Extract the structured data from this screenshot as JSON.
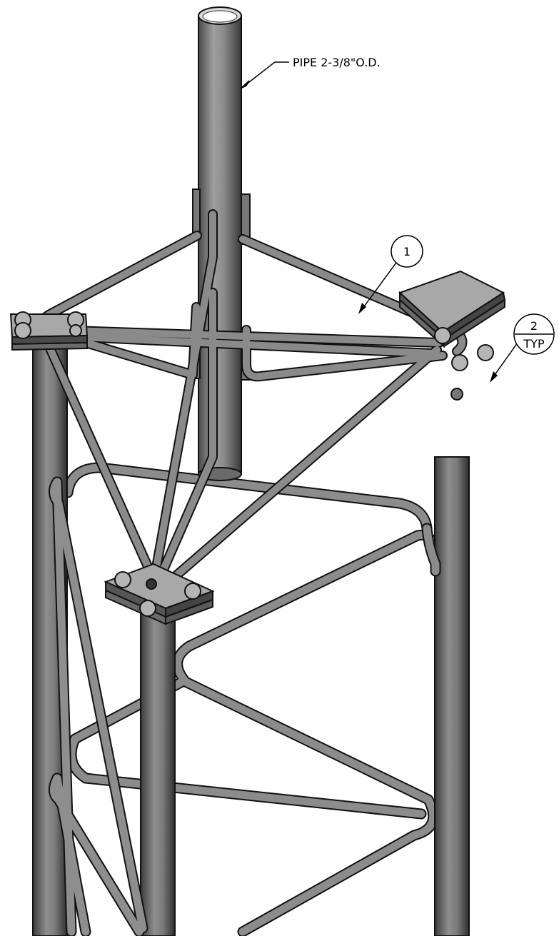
{
  "callouts": {
    "pipe_label": "PIPE 2-3/8\"O.D.",
    "balloon_1": "1",
    "balloon_2_top": "2",
    "balloon_2_bottom": "TYP"
  },
  "colors": {
    "steel_light": "#9a9a9a",
    "steel_mid": "#6e6e6e",
    "steel_dark": "#3c3c3c",
    "outline": "#111111",
    "plate_top": "#a8a8a8",
    "plate_side": "#4a4a4a",
    "background": "#ffffff"
  }
}
